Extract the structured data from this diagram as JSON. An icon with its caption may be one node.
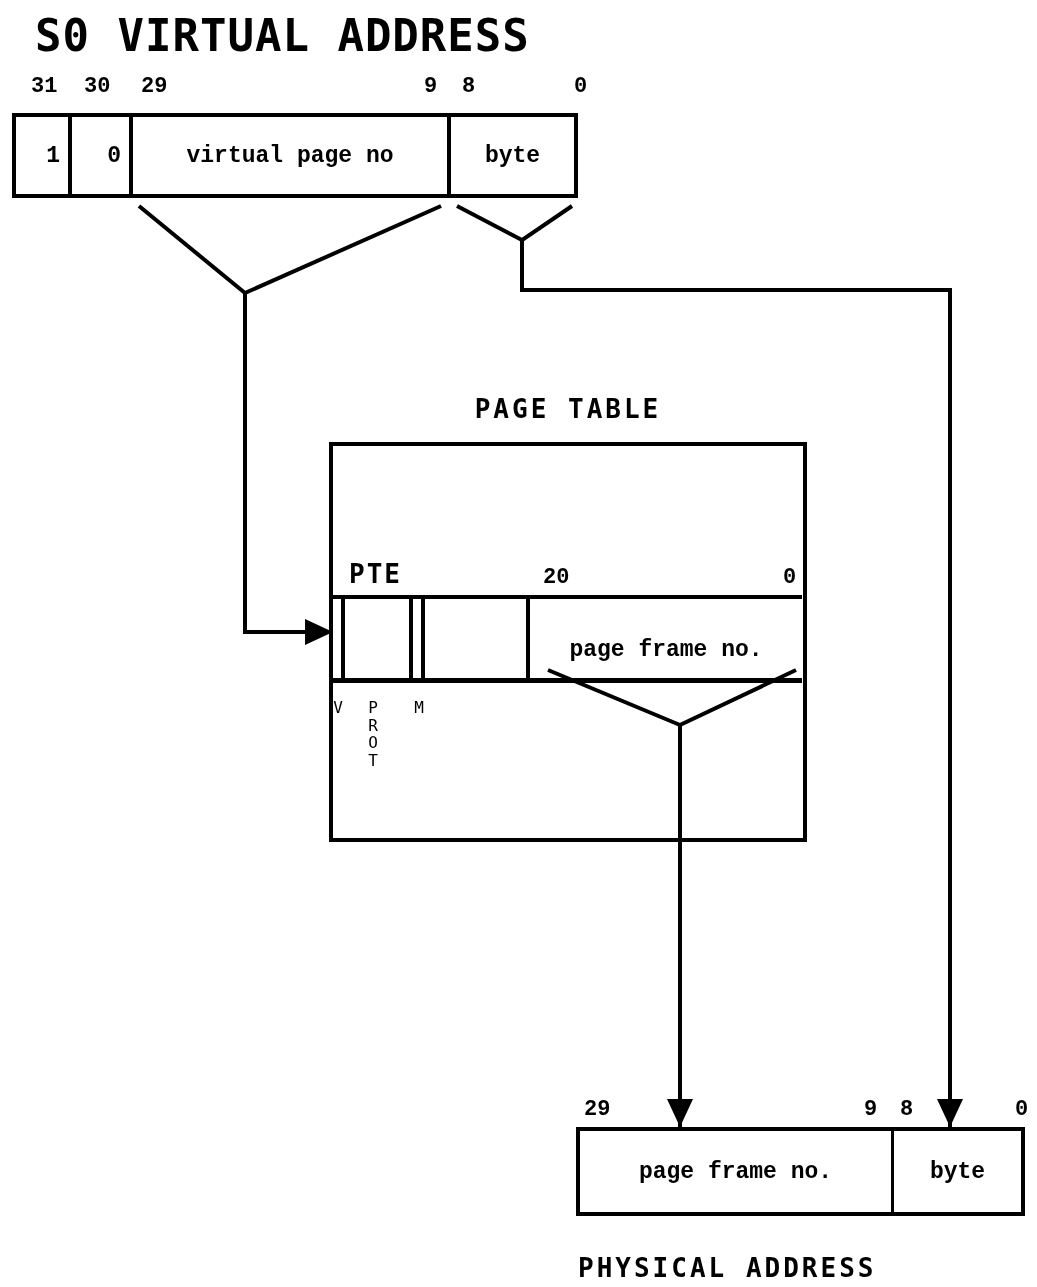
{
  "diagram": {
    "title": "S0 VIRTUAL ADDRESS",
    "nodes": [
      {
        "text": [
          "1"
        ],
        "beside": [
          "31"
        ]
      },
      {
        "text": [
          "0"
        ],
        "beside": [
          "30"
        ]
      },
      {
        "text": [
          "virtual page no"
        ],
        "beside": [
          "29",
          "9"
        ]
      },
      {
        "text": [
          "byte"
        ],
        "beside": [
          "8",
          "0"
        ]
      },
      {
        "text": [
          "PAGE TABLE"
        ]
      },
      {
        "text": [
          "PTE"
        ],
        "in": 4
      },
      {
        "text": [],
        "shape": "box",
        "in": 5,
        "beside": [
          "V"
        ]
      },
      {
        "text": [],
        "shape": "box",
        "in": 5,
        "beside": [
          "PROT"
        ]
      },
      {
        "text": [],
        "shape": "box",
        "in": 5,
        "beside": [
          "M"
        ]
      },
      {
        "text": [],
        "shape": "box",
        "in": 5
      },
      {
        "text": [
          "page frame no."
        ],
        "in": 5
      },
      {
        "text": [
          "page frame no."
        ],
        "beside": [
          "29",
          "9"
        ]
      },
      {
        "text": [
          "byte"
        ],
        "beside": [
          "8",
          "0"
        ]
      }
    ],
    "edges": [
      {
        "from": 2,
        "to": 5,
        "arrow": "to"
      },
      {
        "from": 3,
        "to": 12,
        "arrow": "to"
      },
      {
        "from": 10,
        "to": 11,
        "arrow": "to"
      }
    ],
    "labels": [
      "20",
      "0",
      "PHYSICAL ADDRESS"
    ]
  }
}
